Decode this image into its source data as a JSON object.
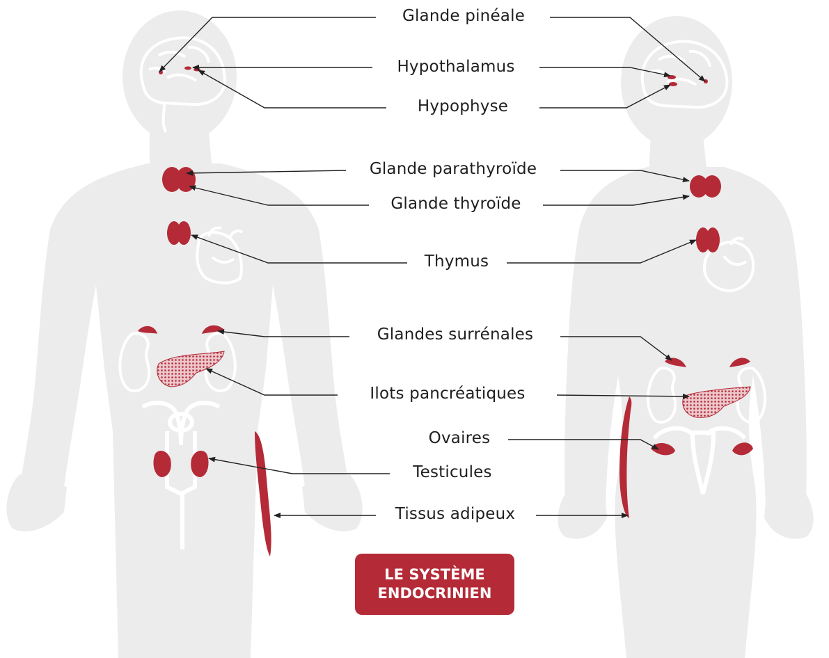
{
  "labels": {
    "pineale": "Glande pinéale",
    "hypothalamus": "Hypothalamus",
    "hypophyse": "Hypophyse",
    "parathyroide": "Glande parathyroïde",
    "thyroide": "Glande thyroïde",
    "thymus": "Thymus",
    "surrenales": "Glandes surrénales",
    "pancreas": "Ilots pancréatiques",
    "ovaires": "Ovaires",
    "testicules": "Testicules",
    "adipeux": "Tissus adipeux"
  },
  "badge": {
    "line1": "LE SYSTÈME",
    "line2": "ENDOCRINIEN"
  },
  "colors": {
    "silhouette": "#ececec",
    "organ_outline": "#ffffff",
    "gland": "#b42a37",
    "leader_line": "#222222",
    "badge_bg": "#b42a37"
  }
}
